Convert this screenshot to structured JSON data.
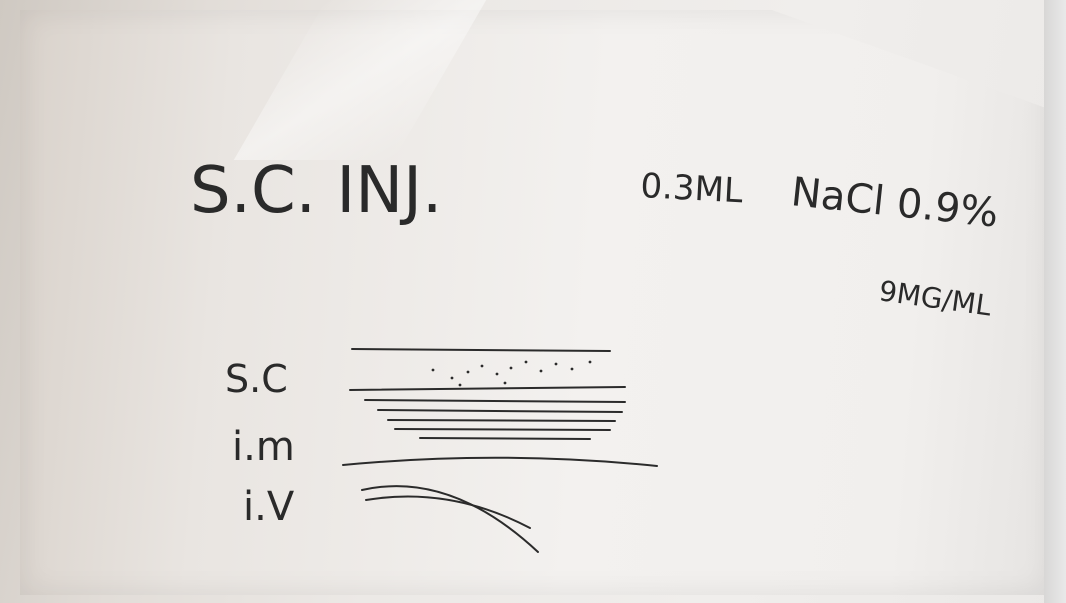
{
  "whiteboard": {
    "title": "S.C. INJ.",
    "dose": "0.3ML",
    "solution": "NaCl 0.9%",
    "concentration": "9MG/ML",
    "layer_labels": [
      "S.C",
      "i.m",
      "i.V"
    ]
  },
  "colors": {
    "ink": "#2a2a2a",
    "board": "#f1efed",
    "wall": "#cfc9c2"
  }
}
